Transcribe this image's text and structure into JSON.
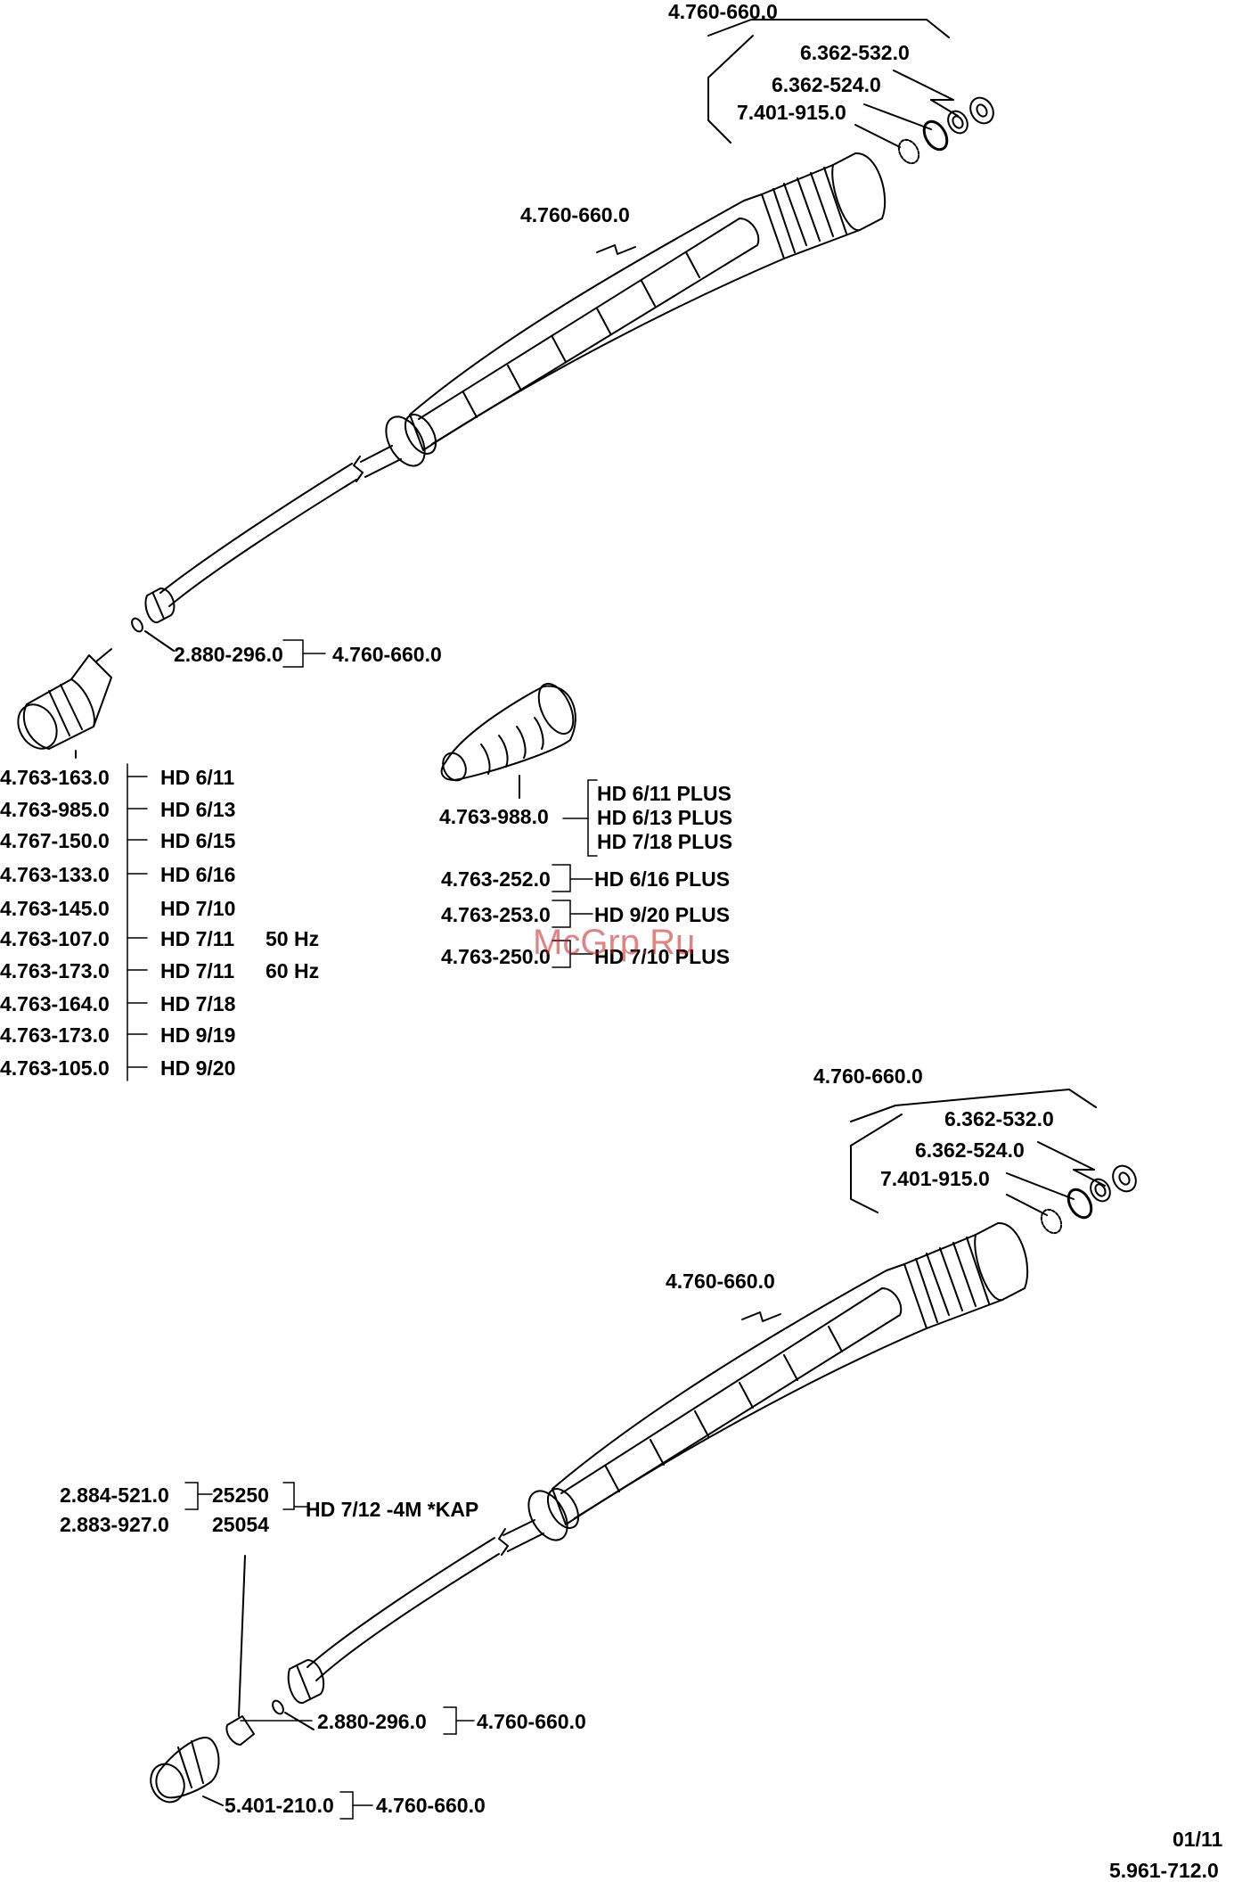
{
  "watermark": "McGrp.Ru",
  "upper_gun": {
    "nozzle_set": "4.760-660.0",
    "washer": "6.362-532.0",
    "seal": "6.362-524.0",
    "o_ring": "7.401-915.0",
    "lance": "4.760-660.0",
    "small_o_ring": "2.880-296.0",
    "small_o_ring_set": "4.760-660.0"
  },
  "nozzle_rows": [
    {
      "part": "4.763-163.0",
      "model": "HD 6/11",
      "freq": ""
    },
    {
      "part": "4.763-985.0",
      "model": "HD 6/13",
      "freq": ""
    },
    {
      "part": "4.767-150.0",
      "model": "HD 6/15",
      "freq": ""
    },
    {
      "part": "4.763-133.0",
      "model": "HD 6/16",
      "freq": ""
    },
    {
      "part": "4.763-145.0",
      "model": "HD 7/10",
      "freq": ""
    },
    {
      "part": "4.763-107.0",
      "model": "HD 7/11",
      "freq": "50 Hz"
    },
    {
      "part": "4.763-173.0",
      "model": "HD 7/11",
      "freq": "60 Hz"
    },
    {
      "part": "4.763-164.0",
      "model": "HD 7/18",
      "freq": ""
    },
    {
      "part": "4.763-173.0",
      "model": "HD 9/19",
      "freq": ""
    },
    {
      "part": "4.763-105.0",
      "model": "HD 9/20",
      "freq": ""
    }
  ],
  "rotor_nozzle": {
    "main_part": "4.763-988.0",
    "main_models": [
      "HD 6/11 PLUS",
      "HD 6/13 PLUS",
      "HD 7/18 PLUS"
    ],
    "rows": [
      {
        "part": "4.763-252.0",
        "model": "HD 6/16 PLUS"
      },
      {
        "part": "4.763-253.0",
        "model": "HD 9/20 PLUS"
      },
      {
        "part": "4.763-250.0",
        "model": "HD 7/10 PLUS"
      }
    ]
  },
  "lower_gun": {
    "nozzle_set": "4.760-660.0",
    "washer": "6.362-532.0",
    "seal": "6.362-524.0",
    "o_ring": "7.401-915.0",
    "lance": "4.760-660.0",
    "insert_1_part": "2.884-521.0",
    "insert_1_code": "25250",
    "insert_2_part": "2.883-927.0",
    "insert_2_code": "25054",
    "insert_model": "HD 7/12 -4M *KAP",
    "small_o_ring": "2.880-296.0",
    "small_o_ring_set": "4.760-660.0",
    "cap_part": "5.401-210.0",
    "cap_set": "4.760-660.0"
  },
  "footer": {
    "date": "01/11",
    "doc_number": "5.961-712.0"
  }
}
